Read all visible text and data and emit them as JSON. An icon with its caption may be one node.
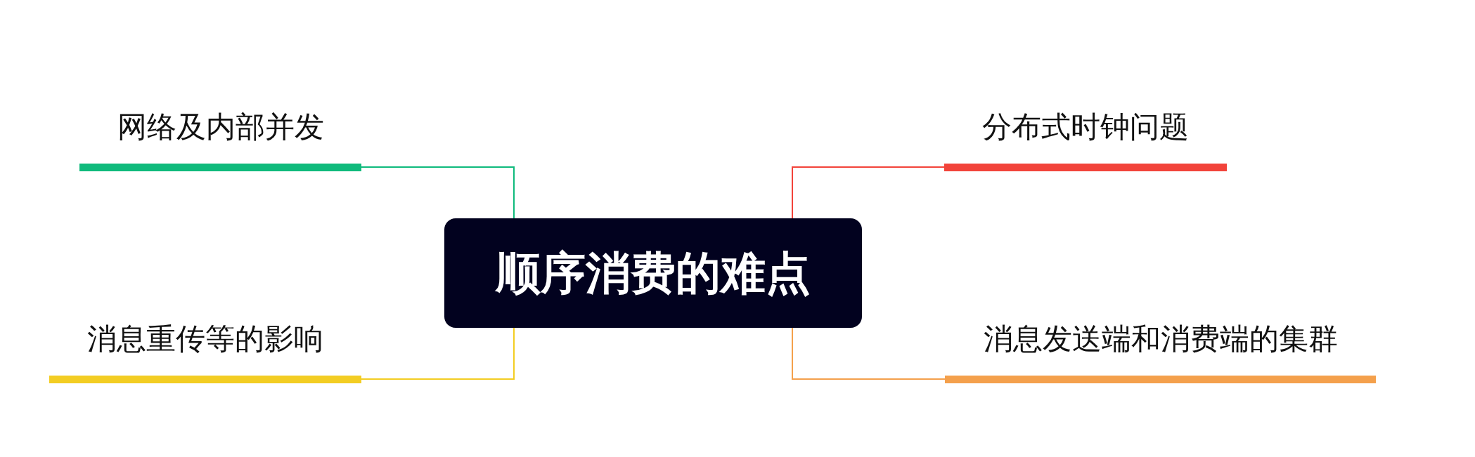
{
  "diagram": {
    "nodes": [
      {
        "text": [
          "网络及内部并发"
        ]
      },
      {
        "text": [
          "分布式时钟问题"
        ]
      },
      {
        "text": [
          "顺序消费的难点"
        ]
      },
      {
        "text": [
          "消息重传等的影响"
        ]
      },
      {
        "text": [
          "消息发送端和消费端的集群"
        ]
      }
    ],
    "edges": [
      {
        "from": 2,
        "to": 0,
        "arrow": "none",
        "color": "#0fba7c"
      },
      {
        "from": 2,
        "to": 1,
        "arrow": "none",
        "color": "#f2433a"
      },
      {
        "from": 2,
        "to": 3,
        "arrow": "none",
        "color": "#f3cd23"
      },
      {
        "from": 2,
        "to": 4,
        "arrow": "none",
        "color": "#f4a04c"
      }
    ]
  }
}
